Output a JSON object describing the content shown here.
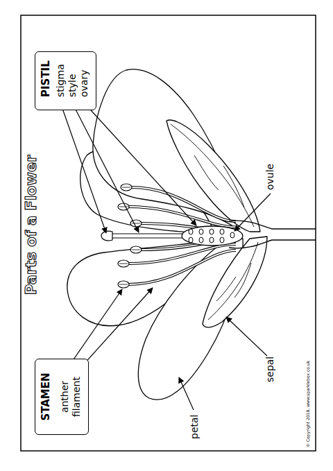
{
  "diagram": {
    "title": "Parts of a Flower",
    "nodes": [
      {
        "text": [
          "PISTIL",
          "stigma",
          "style",
          "ovary"
        ]
      },
      {
        "text": [
          "STAMEN",
          "anther",
          "filament"
        ]
      }
    ],
    "labels": [
      "ovule",
      "sepal",
      "petal",
      "© Copyright 2018, www.sparklebox.co.uk"
    ]
  }
}
